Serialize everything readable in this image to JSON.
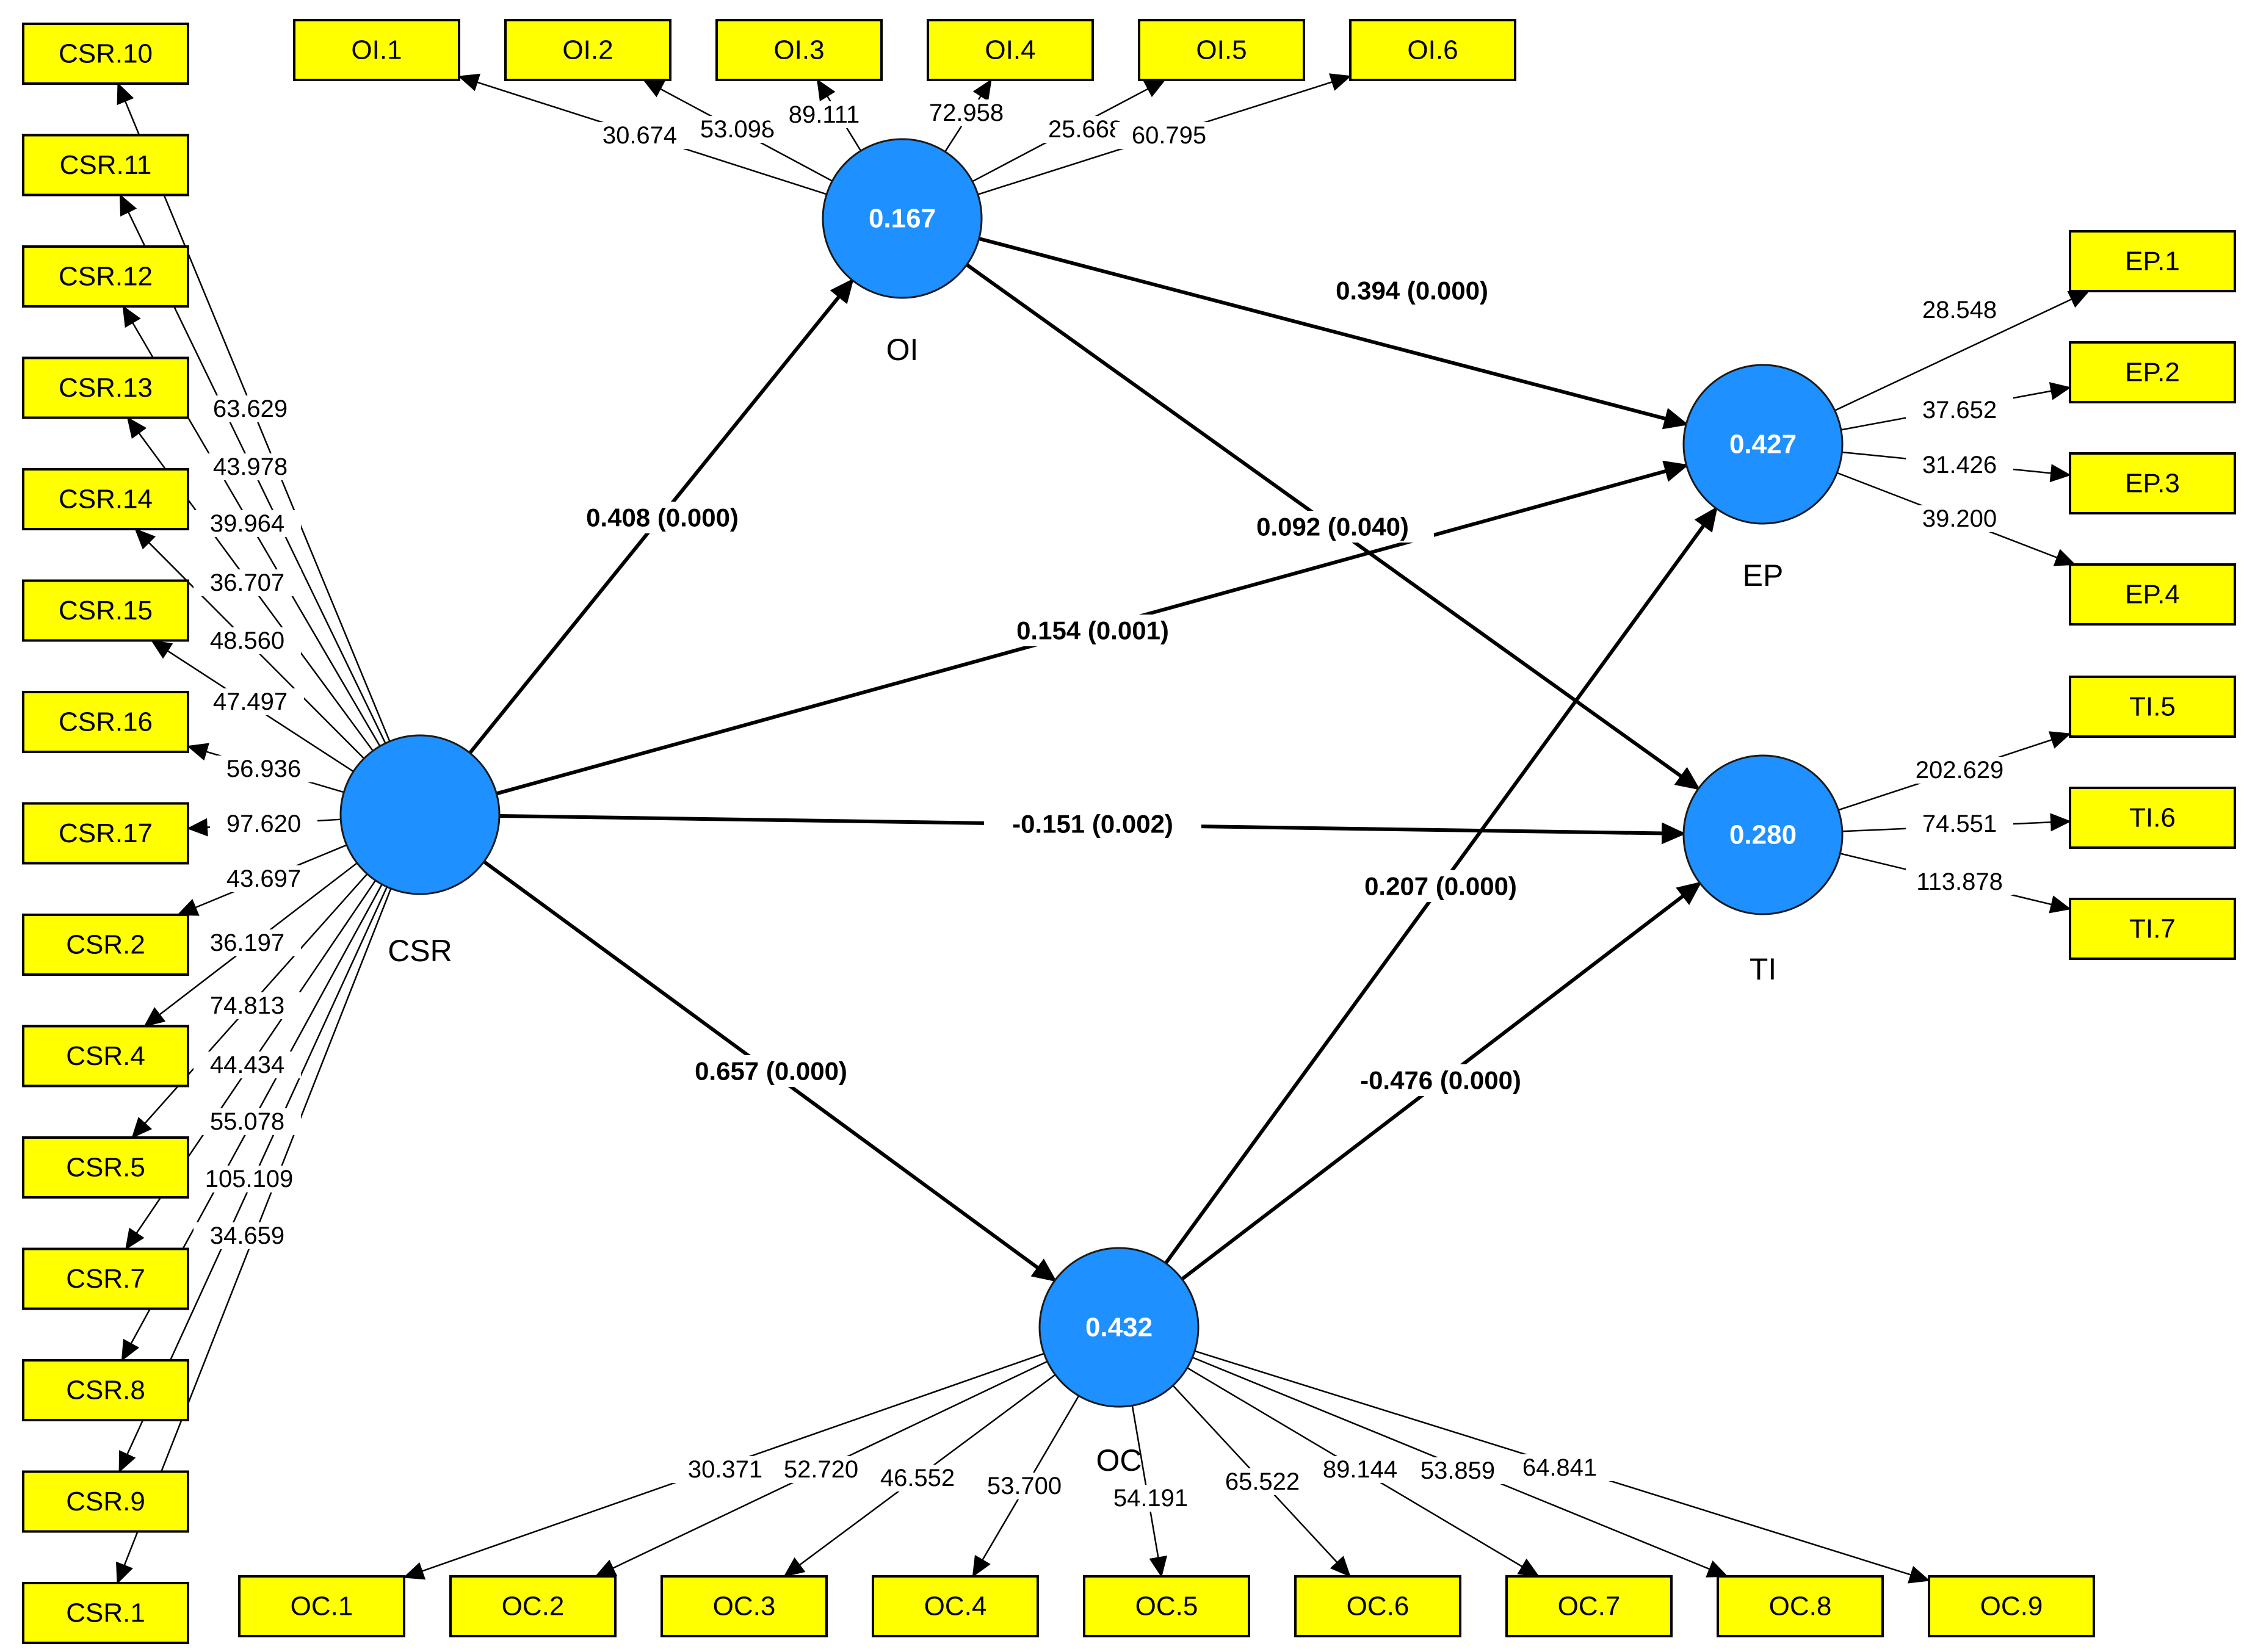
{
  "colors": {
    "indicator_fill": "#ffff00",
    "latent_fill": "#1e90ff",
    "line": "#000000",
    "latent_text": "#ffffff"
  },
  "latents": [
    {
      "id": "OI",
      "name": "OI",
      "value": "0.167"
    },
    {
      "id": "CSR",
      "name": "CSR",
      "value": ""
    },
    {
      "id": "EP",
      "name": "EP",
      "value": "0.427"
    },
    {
      "id": "TI",
      "name": "TI",
      "value": "0.280"
    },
    {
      "id": "OC",
      "name": "OC",
      "value": "0.432"
    }
  ],
  "indicators": [
    {
      "id": "CSR.10",
      "latent": "CSR",
      "loading": "63.629"
    },
    {
      "id": "CSR.11",
      "latent": "CSR",
      "loading": "43.978"
    },
    {
      "id": "CSR.12",
      "latent": "CSR",
      "loading": "39.964"
    },
    {
      "id": "CSR.13",
      "latent": "CSR",
      "loading": "36.707"
    },
    {
      "id": "CSR.14",
      "latent": "CSR",
      "loading": "48.560"
    },
    {
      "id": "CSR.15",
      "latent": "CSR",
      "loading": "47.497"
    },
    {
      "id": "CSR.16",
      "latent": "CSR",
      "loading": "56.936"
    },
    {
      "id": "CSR.17",
      "latent": "CSR",
      "loading": "97.620"
    },
    {
      "id": "CSR.2",
      "latent": "CSR",
      "loading": "43.697"
    },
    {
      "id": "CSR.4",
      "latent": "CSR",
      "loading": "36.197"
    },
    {
      "id": "CSR.5",
      "latent": "CSR",
      "loading": "74.813"
    },
    {
      "id": "CSR.7",
      "latent": "CSR",
      "loading": "44.434"
    },
    {
      "id": "CSR.8",
      "latent": "CSR",
      "loading": "55.078"
    },
    {
      "id": "CSR.9",
      "latent": "CSR",
      "loading": "105.109"
    },
    {
      "id": "CSR.1",
      "latent": "CSR",
      "loading": "34.659"
    },
    {
      "id": "OI.1",
      "latent": "OI",
      "loading": "30.674"
    },
    {
      "id": "OI.2",
      "latent": "OI",
      "loading": "53.098"
    },
    {
      "id": "OI.3",
      "latent": "OI",
      "loading": "89.111"
    },
    {
      "id": "OI.4",
      "latent": "OI",
      "loading": "72.958"
    },
    {
      "id": "OI.5",
      "latent": "OI",
      "loading": "25.668"
    },
    {
      "id": "OI.6",
      "latent": "OI",
      "loading": "60.795"
    },
    {
      "id": "EP.1",
      "latent": "EP",
      "loading": "28.548"
    },
    {
      "id": "EP.2",
      "latent": "EP",
      "loading": "37.652"
    },
    {
      "id": "EP.3",
      "latent": "EP",
      "loading": "31.426"
    },
    {
      "id": "EP.4",
      "latent": "EP",
      "loading": "39.200"
    },
    {
      "id": "TI.5",
      "latent": "TI",
      "loading": "202.629"
    },
    {
      "id": "TI.6",
      "latent": "TI",
      "loading": "74.551"
    },
    {
      "id": "TI.7",
      "latent": "TI",
      "loading": "113.878"
    },
    {
      "id": "OC.1",
      "latent": "OC",
      "loading": "30.371"
    },
    {
      "id": "OC.2",
      "latent": "OC",
      "loading": "52.720"
    },
    {
      "id": "OC.3",
      "latent": "OC",
      "loading": "46.552"
    },
    {
      "id": "OC.4",
      "latent": "OC",
      "loading": "53.700"
    },
    {
      "id": "OC.5",
      "latent": "OC",
      "loading": "54.191"
    },
    {
      "id": "OC.6",
      "latent": "OC",
      "loading": "65.522"
    },
    {
      "id": "OC.7",
      "latent": "OC",
      "loading": "89.144"
    },
    {
      "id": "OC.8",
      "latent": "OC",
      "loading": "53.859"
    },
    {
      "id": "OC.9",
      "latent": "OC",
      "loading": "64.841"
    }
  ],
  "paths": [
    {
      "from": "CSR",
      "to": "OI",
      "label": "0.408 (0.000)"
    },
    {
      "from": "OI",
      "to": "EP",
      "label": "0.394 (0.000)"
    },
    {
      "from": "OI",
      "to": "TI",
      "label": "0.092 (0.040)"
    },
    {
      "from": "CSR",
      "to": "EP",
      "label": "0.154 (0.001)"
    },
    {
      "from": "CSR",
      "to": "TI",
      "label": "-0.151 (0.002)"
    },
    {
      "from": "CSR",
      "to": "OC",
      "label": "0.657 (0.000)"
    },
    {
      "from": "OC",
      "to": "EP",
      "label": "0.207 (0.000)"
    },
    {
      "from": "OC",
      "to": "TI",
      "label": "-0.476 (0.000)"
    }
  ]
}
